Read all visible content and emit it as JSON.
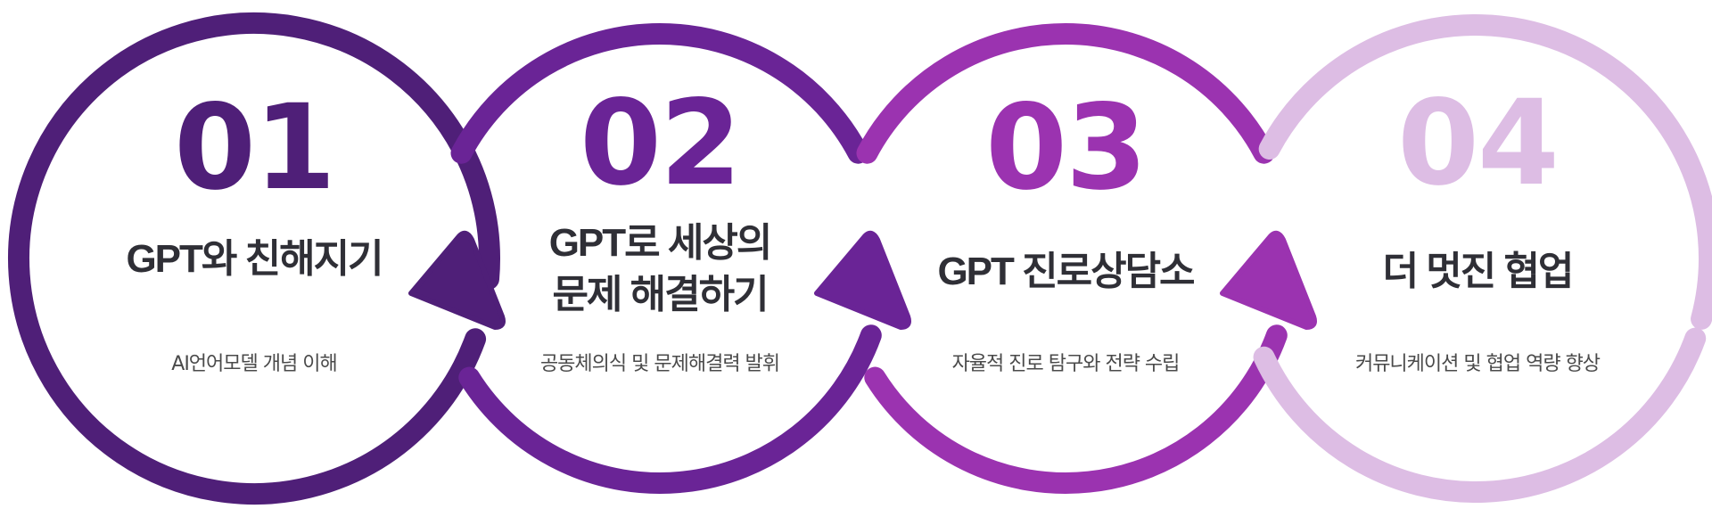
{
  "steps": [
    {
      "number": "01",
      "title_lines": [
        "GPT와 친해지기"
      ],
      "subtitle": "AI언어모델 개념 이해",
      "color": "#4f1f78"
    },
    {
      "number": "02",
      "title_lines": [
        "GPT로 세상의",
        "문제 해결하기"
      ],
      "subtitle": "공동체의식 및 문제해결력 발휘",
      "color": "#6a2496"
    },
    {
      "number": "03",
      "title_lines": [
        "GPT 진로상담소"
      ],
      "subtitle": "자율적 진로 탐구와 전략 수립",
      "color": "#9b33b0"
    },
    {
      "number": "04",
      "title_lines": [
        "더 멋진 협업"
      ],
      "subtitle": "커뮤니케이션 및 협업 역량 향상",
      "color": "#ddbde4"
    }
  ]
}
